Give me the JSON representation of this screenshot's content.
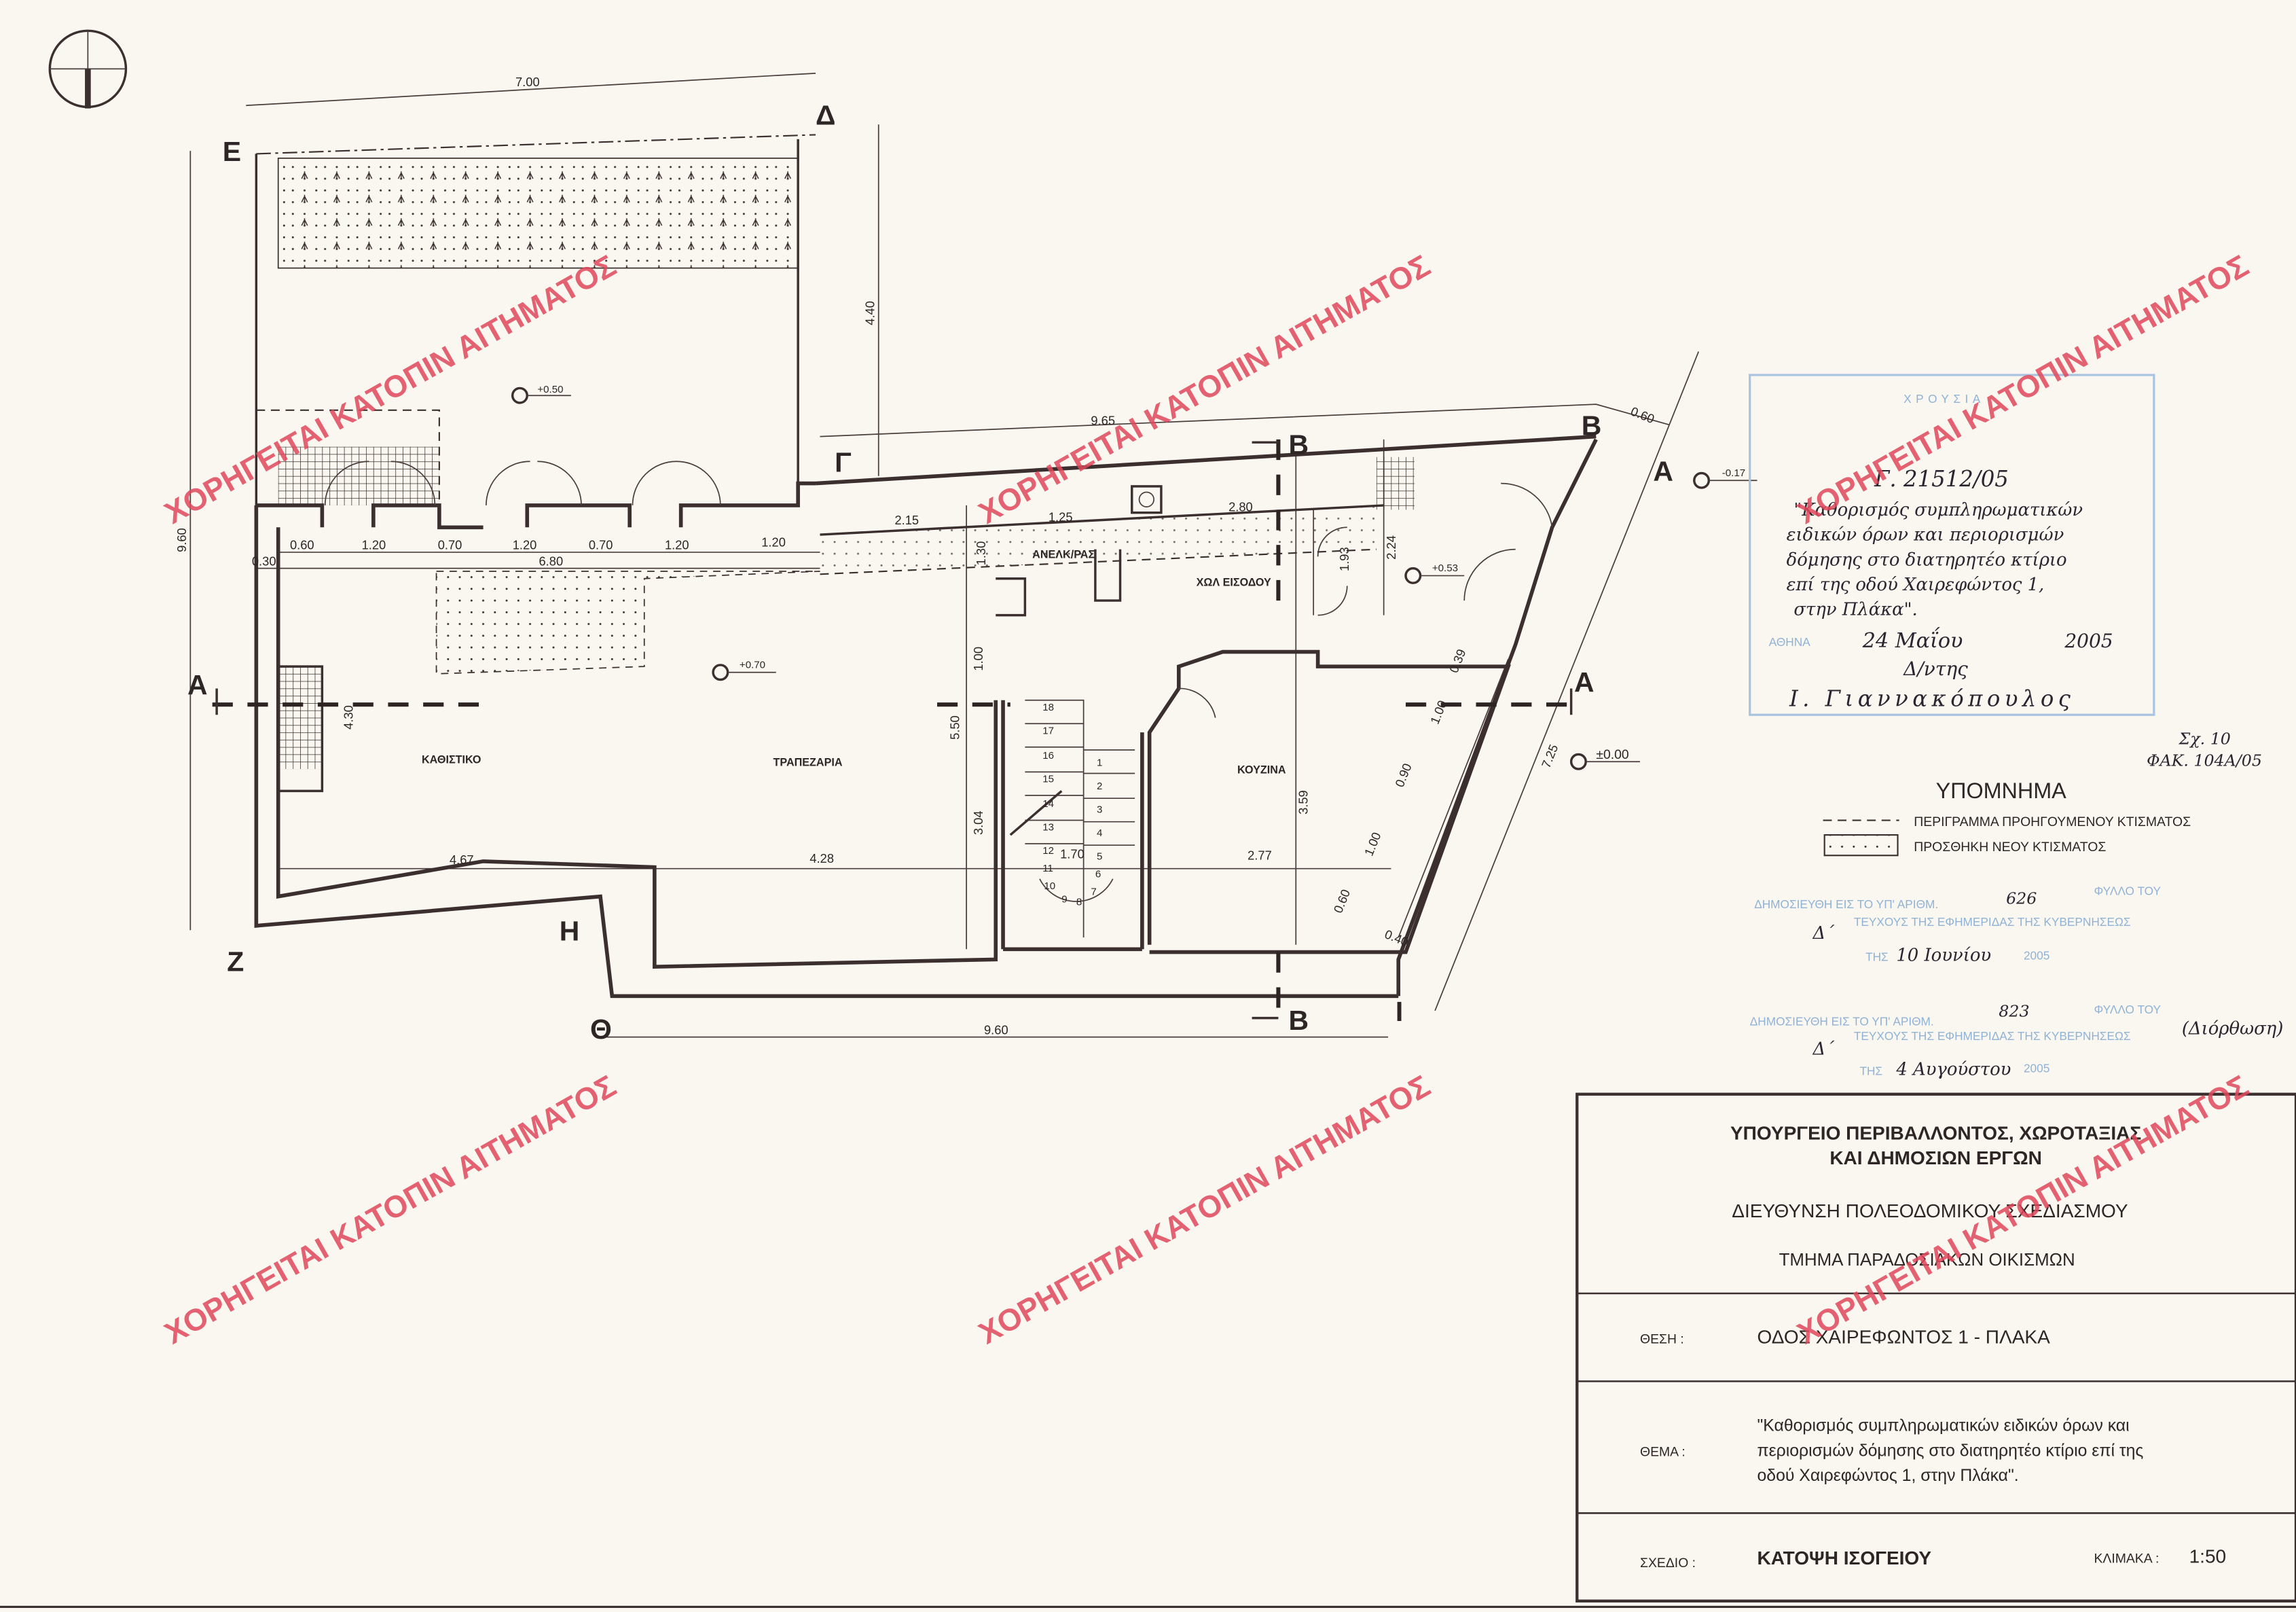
{
  "plan": {
    "corners": {
      "e": "Ε",
      "d": "Δ",
      "g": "Γ",
      "v": "Β",
      "a": "Α",
      "z": "Ζ",
      "h": "Η",
      "th": "Θ",
      "i": "Ι"
    },
    "sections": {
      "a_left": "A",
      "a_right": "A",
      "b_top": "B",
      "b_bottom": "B"
    },
    "rooms": {
      "living": "ΚΑΘΙΣΤΙΚΟ",
      "dining": "ΤΡΑΠΕΖΑΡΙΑ",
      "kitchen": "ΚΟΥΖΙΝΑ",
      "elevator": "ΑΝΕΛΚ/ΡΑΣ",
      "hall": "ΧΩΛ ΕΙΣΟΔΟΥ"
    },
    "levels": {
      "garden": "+0.50",
      "dining": "+0.70",
      "hall": "+0.53",
      "street": "-0.17",
      "zero": "±0.00"
    },
    "dims": {
      "top_width": "7.00",
      "left_height": "9.60",
      "garden_depth": "4.40",
      "north_length": "9.65",
      "corner_offset": "0.60",
      "d060": "0.60",
      "d120a": "1.20",
      "d070a": "0.70",
      "d120b": "1.20",
      "d070b": "0.70",
      "d120c": "1.20",
      "d120d": "1.20",
      "d030": "0.30",
      "d680": "6.80",
      "d215": "2.15",
      "d125": "1.25",
      "d280": "2.80",
      "d130": "1.30",
      "d193": "1.93",
      "d224": "2.24",
      "d100a": "1.00",
      "d550": "5.50",
      "d304": "3.04",
      "d430": "4.30",
      "d359": "3.59",
      "d467": "4.67",
      "d428": "4.28",
      "d170": "1.70",
      "d277": "2.77",
      "d039": "0.39",
      "d100b": "1.00",
      "d090": "0.90",
      "d100c": "1.00",
      "d060b": "0.60",
      "d040": "0.40",
      "east_length": "7.25",
      "south_length": "9.60"
    },
    "stairs": [
      "1",
      "2",
      "3",
      "4",
      "5",
      "6",
      "7",
      "8",
      "9",
      "10",
      "11",
      "12",
      "13",
      "14",
      "15",
      "16",
      "17",
      "18"
    ]
  },
  "watermark": "ΧΟΡΗΓΕΙΤΑΙ ΚΑΤΟΠΙΝ ΑΙΤΗΜΑΤΟΣ",
  "stamp": {
    "header": "ΧΡΟΥΣΙΑ",
    "ref": "Γ. 21512/05",
    "lines": [
      "\"Καθορισμός συμπληρωματικών",
      "ειδικών όρων και περιορισμών",
      "δόμησης στο διατηρητέο κτίριο",
      "επί της οδού Χαιρεφώντος 1,",
      "στην Πλάκα\"."
    ],
    "city": "ΑΘΗΝΑ",
    "date": "24  Μαΐου",
    "year": "2005",
    "role": "Δ/ντης",
    "signatory": "Ι. Γιαννακόπουλος"
  },
  "drawing_ref": {
    "sheet": "Σχ. 10",
    "folder": "ΦΑΚ. 104Α/05"
  },
  "legend": {
    "title": "ΥΠΟΜΝΗΜΑ",
    "items": [
      "ΠΕΡΙΓΡΑΜΜΑ ΠΡΟΗΓΟΥΜΕΝΟΥ ΚΤΙΣΜΑΤΟΣ",
      "ΠΡΟΣΘΗΚΗ ΝΕΟΥ ΚΤΙΣΜΑΤΟΣ"
    ]
  },
  "publications": [
    {
      "line1": "ΔΗΜΟΣΙΕΥΘΗ ΕΙΣ ΤΟ ΥΠ' ΑΡΙΘΜ.",
      "number": "626",
      "line1b": "ΦΥΛΛΟ ΤΟΥ",
      "issue": "Δ΄",
      "line2": "ΤΕΥΧΟΥΣ ΤΗΣ ΕΦΗΜΕΡΙΔΑΣ ΤΗΣ ΚΥΒΕΡΝΗΣΕΩΣ",
      "prefix": "ΤΗΣ",
      "date": "10 Ιουνίου",
      "year": "2005",
      "note": ""
    },
    {
      "line1": "ΔΗΜΟΣΙΕΥΘΗ ΕΙΣ ΤΟ ΥΠ' ΑΡΙΘΜ.",
      "number": "823",
      "line1b": "ΦΥΛΛΟ ΤΟΥ",
      "issue": "Δ΄",
      "line2": "ΤΕΥΧΟΥΣ ΤΗΣ ΕΦΗΜΕΡΙΔΑΣ ΤΗΣ ΚΥΒΕΡΝΗΣΕΩΣ",
      "prefix": "ΤΗΣ",
      "date": "4 Αυγούστου",
      "year": "2005",
      "note": "(Διόρθωση)"
    }
  ],
  "title_block": {
    "ministry_1": "ΥΠΟΥΡΓΕΙΟ ΠΕΡΙΒΑΛΛΟΝΤΟΣ, ΧΩΡΟΤΑΞΙΑΣ",
    "ministry_2": "ΚΑΙ ΔΗΜΟΣΙΩΝ ΕΡΓΩΝ",
    "directorate": "ΔΙΕΥΘΥΝΣΗ ΠΟΛΕΟΔΟΜΙΚΟΥ ΣΧΕΔΙΑΣΜΟΥ",
    "department": "ΤΜΗΜΑ ΠΑΡΑΔΟΣΙΑΚΩΝ ΟΙΚΙΣΜΩΝ",
    "location_label": "ΘΕΣΗ :",
    "location": "ΟΔΟΣ ΧΑΙΡΕΦΩΝΤΟΣ 1 - ΠΛΑΚΑ",
    "subject_label": "ΘΕΜΑ :",
    "subject": [
      "\"Καθορισμός συμπληρωματικών ειδικών όρων και",
      "περιορισμών δόμησης στο διατηρητέο κτίριο επί της",
      "οδού Χαιρεφώντος 1, στην Πλάκα\"."
    ],
    "drawing_label": "ΣΧΕΔΙΟ :",
    "drawing": "ΚΑΤΟΨΗ ΙΣΟΓΕΙΟΥ",
    "scale_label": "ΚΛΙΜΑΚΑ :",
    "scale": "1:50"
  },
  "colors": {
    "ink": "#3b2f2f",
    "watermark": "#e0485a",
    "stamp": "#8fb2d6"
  }
}
